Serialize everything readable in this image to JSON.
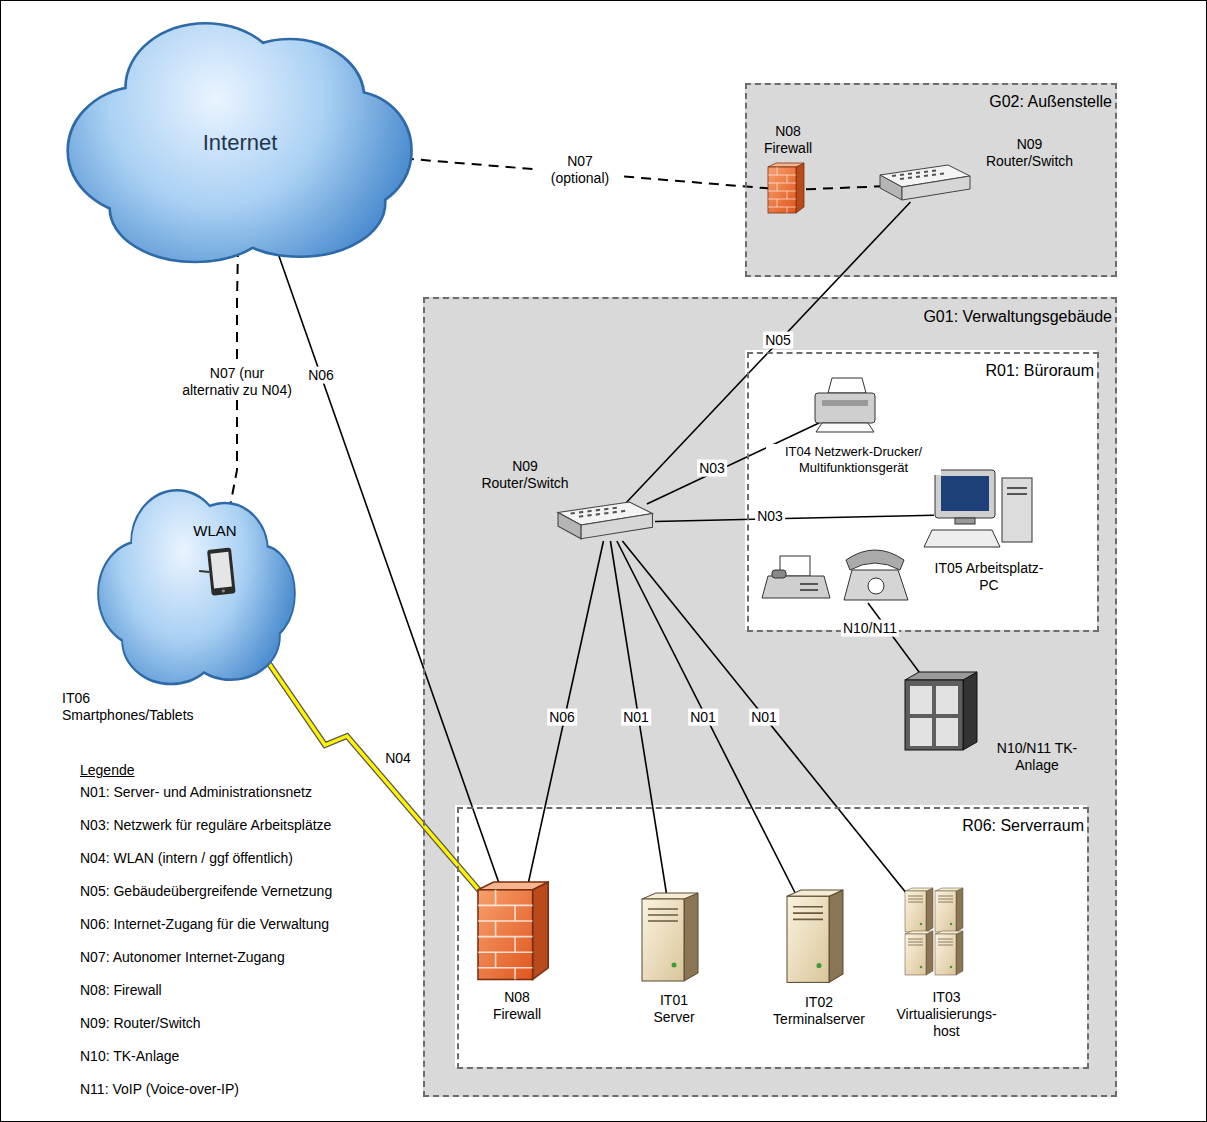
{
  "diagram": {
    "nodes": [
      {
        "text": [
          "Internet"
        ]
      },
      {
        "text": [
          "G02: Außenstelle"
        ]
      },
      {
        "text": [
          "N08 Firewall"
        ],
        "in": 1
      },
      {
        "text": [
          "N09 Router/Switch"
        ],
        "in": 1
      },
      {
        "text": [
          "G01: Verwaltungsgebäude"
        ]
      },
      {
        "text": [
          "R01: Büroraum"
        ],
        "in": 4
      },
      {
        "text": [
          "IT04 Netzwerk-Drucker/ Multifunktionsgerät"
        ],
        "in": 5
      },
      {
        "text": [
          "IT05 Arbeitsplatz-PC"
        ],
        "in": 5
      },
      {
        "text": [
          "N09 Router/Switch"
        ],
        "in": 4
      },
      {
        "text": [
          "N10/N11 TK-Anlage"
        ],
        "in": 4
      },
      {
        "text": [
          "R06: Serverraum"
        ],
        "in": 4
      },
      {
        "text": [
          "N08 Firewall"
        ],
        "in": 10
      },
      {
        "text": [
          "IT01 Server"
        ],
        "in": 10
      },
      {
        "text": [
          "IT02 Terminalserver"
        ],
        "in": 10
      },
      {
        "text": [
          "IT03 Virtualisierungs- host"
        ],
        "in": 10
      },
      {
        "text": [
          "WLAN",
          "IT06 Smartphones/Tablets"
        ]
      }
    ],
    "edges": [
      {
        "from": 0,
        "to": 2,
        "arrow": "none",
        "label": "N07 (optional)"
      },
      {
        "from": 2,
        "to": 3,
        "arrow": "none"
      },
      {
        "from": 3,
        "to": 8,
        "arrow": "none",
        "label": "N05"
      },
      {
        "from": 8,
        "to": 6,
        "arrow": "none",
        "label": "N03"
      },
      {
        "from": 8,
        "to": 7,
        "arrow": "none",
        "label": "N03"
      },
      {
        "from": 0,
        "to": 15,
        "arrow": "none",
        "label": "N07 (nur alternativ zu N04)"
      },
      {
        "from": 0,
        "to": 11,
        "arrow": "none",
        "label": "N06"
      },
      {
        "from": 8,
        "to": 11,
        "arrow": "none",
        "label": "N06"
      },
      {
        "from": 8,
        "to": 12,
        "arrow": "none",
        "label": "N01"
      },
      {
        "from": 8,
        "to": 13,
        "arrow": "none",
        "label": "N01"
      },
      {
        "from": 8,
        "to": 14,
        "arrow": "none",
        "label": "N01"
      },
      {
        "from": 15,
        "to": 11,
        "arrow": "none",
        "label": "N04"
      }
    ],
    "labels": [
      "N10/N11",
      "Legende"
    ],
    "legend": [
      {
        "text": "N01: Server- und Administrationsnetz"
      },
      {
        "text": "N03: Netzwerk für reguläre Arbeitsplätze"
      },
      {
        "text": "N04: WLAN (intern / ggf öffentlich)"
      },
      {
        "text": "N05: Gebäudeübergreifende Vernetzung"
      },
      {
        "text": "N06: Internet-Zugang für die Verwaltung"
      },
      {
        "text": "N07: Autonomer Internet-Zugang"
      },
      {
        "text": "N08: Firewall"
      },
      {
        "text": "N09: Router/Switch"
      },
      {
        "text": "N10: TK-Anlage"
      },
      {
        "text": "N11: VoIP (Voice-over-IP)"
      }
    ]
  }
}
